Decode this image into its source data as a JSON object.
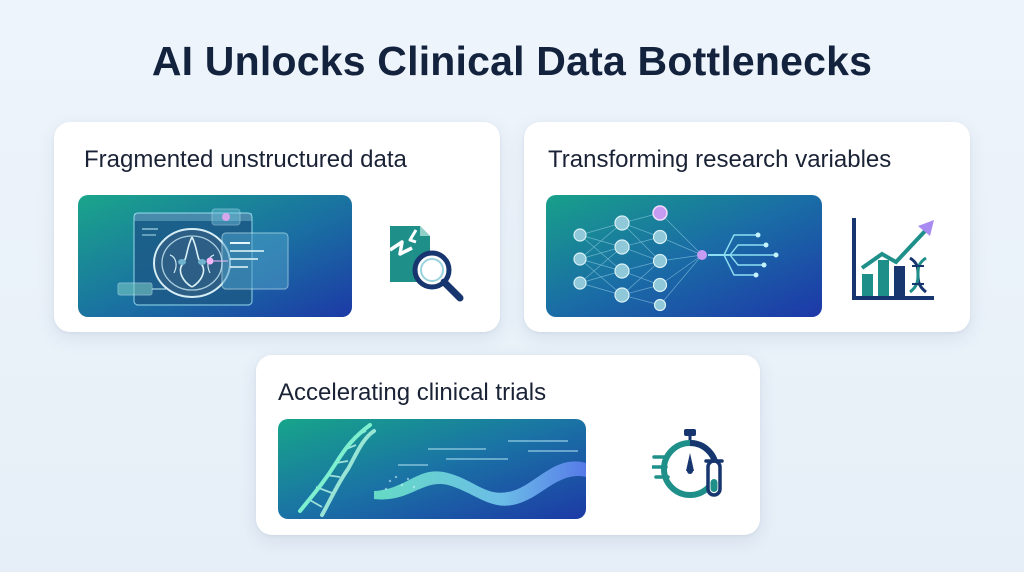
{
  "page": {
    "title": "AI Unlocks Clinical Data Bottlenecks"
  },
  "cards": [
    {
      "title": "Fragmented unstructured data",
      "illustration": "brain-scan-with-data-windows",
      "icon": "broken-document-magnifier-icon"
    },
    {
      "title": "Transforming research variables",
      "illustration": "neural-network",
      "icon": "bar-chart-dna-trend-icon"
    },
    {
      "title": "Accelerating clinical trials",
      "illustration": "dna-helix-wave",
      "icon": "stopwatch-test-tube-icon"
    }
  ],
  "colors": {
    "title": "#13223d",
    "panel_teal": "#16a085",
    "panel_blue": "#1b3fa8",
    "icon_teal": "#1f8f8a",
    "icon_navy": "#17356e"
  }
}
